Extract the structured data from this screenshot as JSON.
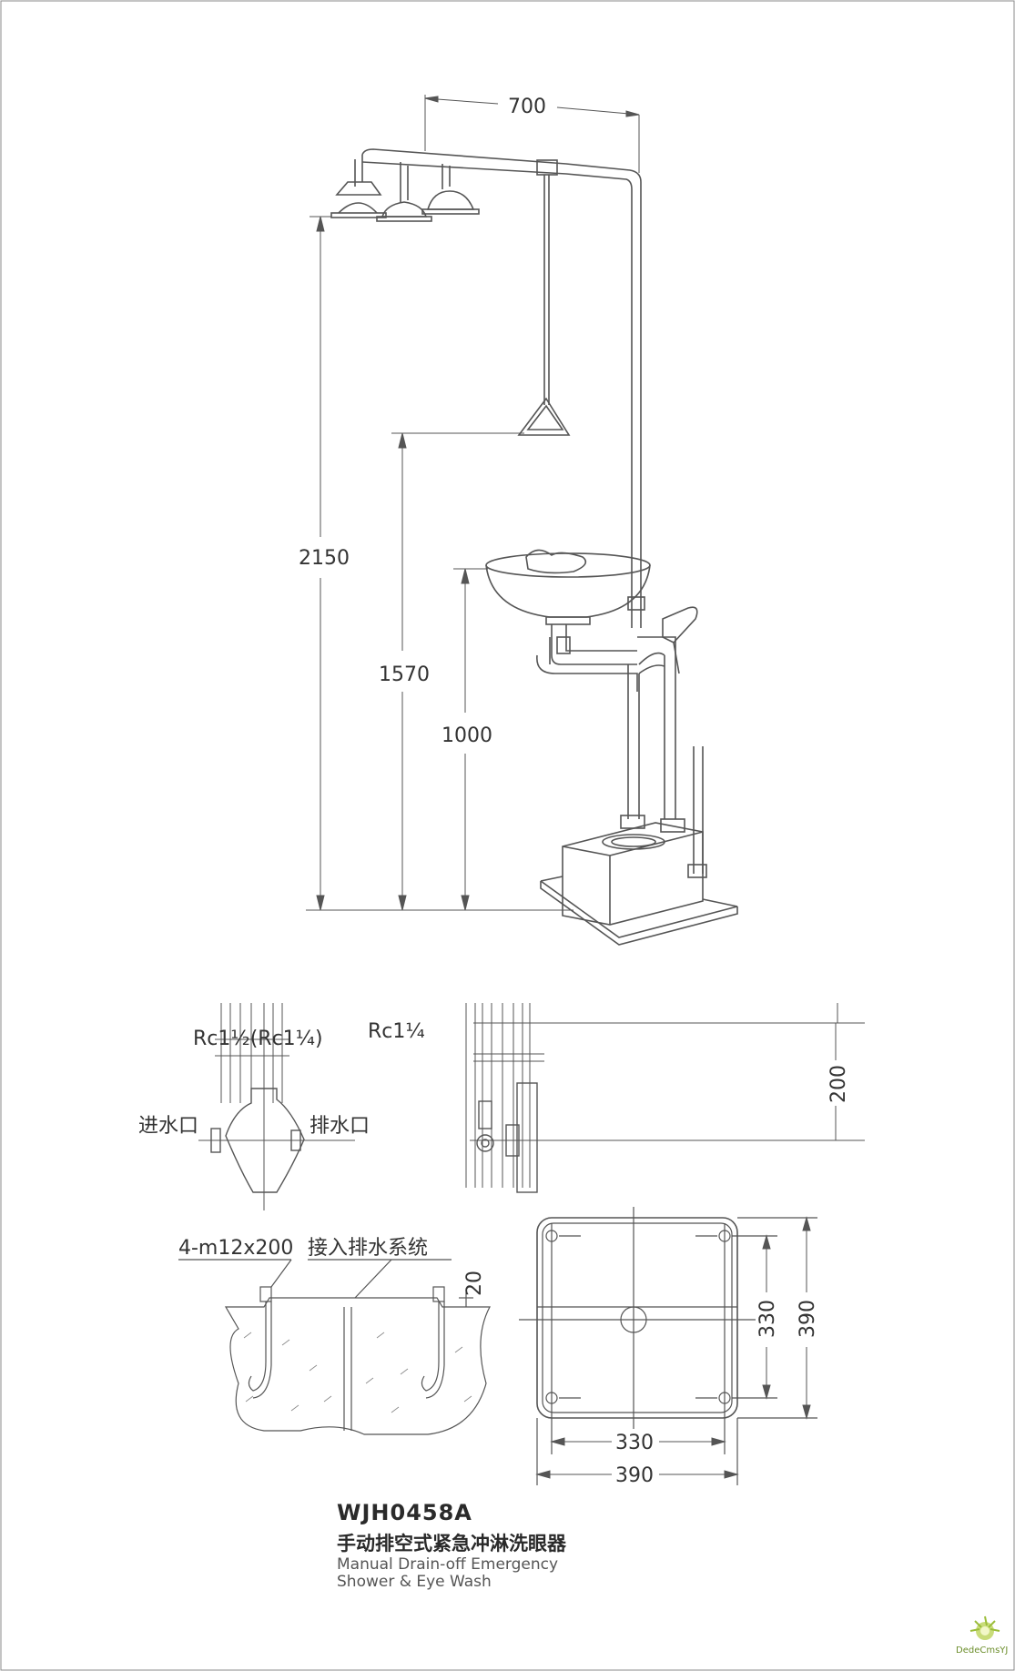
{
  "drawing": {
    "model": "WJH0458A",
    "title_cn": "手动排空式紧急冲淋洗眼器",
    "title_en_line1": "Manual Drain-off Emergency",
    "title_en_line2": "Shower & Eye Wash"
  },
  "dimensions": {
    "width_top": "700",
    "total_height": "2150",
    "handle_height": "1570",
    "bowl_height": "1000",
    "depth": "200",
    "bolt_offset": "20",
    "inner_v": "330",
    "outer_v": "390",
    "inner_h": "330",
    "outer_h": "390"
  },
  "labels": {
    "pipe_size_a": "Rc1½(Rc1¼)",
    "pipe_size_b": "Rc1¼",
    "inlet": "进水口",
    "outlet": "排水口",
    "anchor": "4-m12x200",
    "drain_connect": "接入排水系统"
  },
  "watermark": "DedeCmsYJ",
  "colors": {
    "line": "#444444",
    "text": "#333333"
  }
}
